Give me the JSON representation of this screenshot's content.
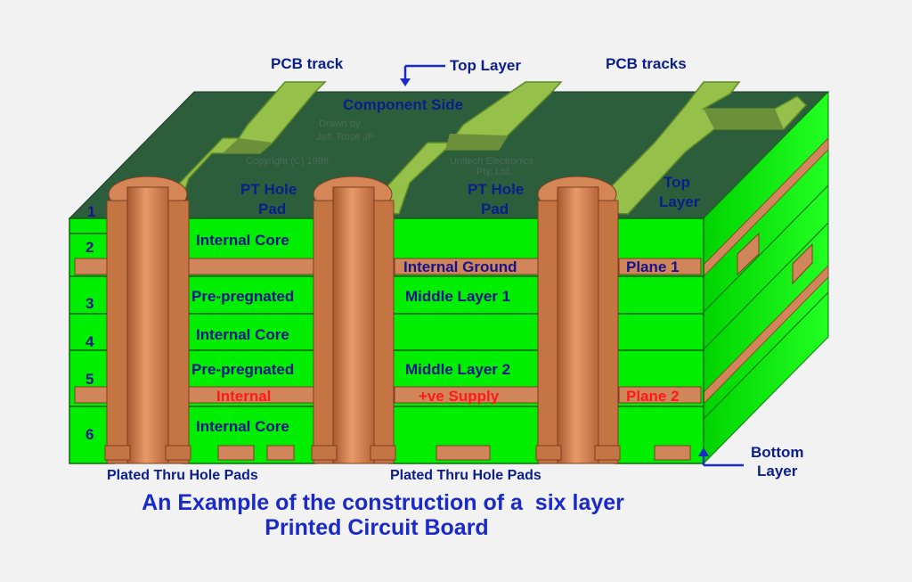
{
  "labels": {
    "pcb_track": "PCB track",
    "top_layer_arrow": "Top Layer",
    "pcb_tracks": "PCB tracks",
    "component_side": "Component Side",
    "pt_hole_pad_1_l1": "PT Hole",
    "pt_hole_pad_1_l2": "Pad",
    "pt_hole_pad_2_l1": "PT Hole",
    "pt_hole_pad_2_l2": "Pad",
    "top_layer_side_l1": "Top",
    "top_layer_side_l2": "Layer",
    "bottom_layer_l1": "Bottom",
    "bottom_layer_l2": "Layer",
    "plated_pads_1": "Plated Thru Hole Pads",
    "plated_pads_2": "Plated Thru Hole Pads"
  },
  "watermark": {
    "drawn_by": "Drawn by",
    "author": "Jeff. Rose JP",
    "copyright": "Copyright (C) 1998",
    "company": "Unitech Electronics",
    "company2": "Pty. Ltd."
  },
  "layer_numbers": [
    "1",
    "2",
    "3",
    "4",
    "5",
    "6"
  ],
  "block_labels": {
    "internal_core_1": "Internal Core",
    "pre_pregnated_1": "Pre-pregnated",
    "internal_core_2": "Internal Core",
    "pre_pregnated_2": "Pre-pregnated",
    "internal_red": "Internal",
    "internal_core_3": "Internal Core",
    "internal_ground": "Internal Ground",
    "middle_layer_1": "Middle Layer 1",
    "middle_layer_2": "Middle Layer 2",
    "ve_supply": "+ve Supply",
    "plane_1": "Plane 1",
    "plane_2": "Plane 2"
  },
  "caption": {
    "line1": "An Example of the construction of a  six layer",
    "line2": "Printed Circuit Board"
  },
  "colors": {
    "top_surface": "#2c5e3c",
    "green_layer": "#00ee00",
    "copper": "#d0855a",
    "track": "#9ac24a",
    "label_text": "#0a1e8c",
    "highlight_text": "#ff1a1a"
  }
}
